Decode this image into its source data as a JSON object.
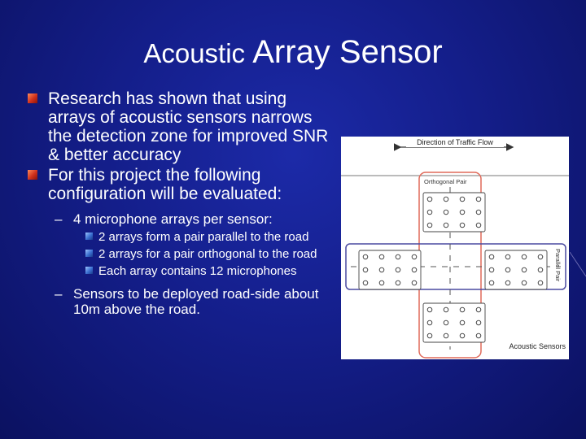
{
  "slide": {
    "title_part1": "Acoustic ",
    "title_part2": "Array Sensor",
    "bullets": [
      "Research has shown that using arrays of acoustic sensors narrows the detection zone for improved SNR & better accuracy",
      "For this project the following configuration will be evaluated:"
    ],
    "sub1": {
      "dash": "–",
      "text": "4 microphone arrays per sensor:",
      "items": [
        "2 arrays form a pair parallel to the road",
        "2 arrays for a pair orthogonal to the road",
        "Each array contains 12 microphones"
      ]
    },
    "sub2": {
      "dash": "–",
      "text": "Sensors to be deployed road-side about 10m above the road."
    }
  },
  "figure": {
    "traffic_label": "Direction of Traffic Flow",
    "orthogonal_label": "Orthogonal Pair",
    "parallel_label": "Parallel Pair",
    "sensors_label": "Acoustic Sensors"
  },
  "colors": {
    "bullet_main": "#d0301c",
    "bullet_sub": "#3a6fd0",
    "orthogonal_outline": "#e06a5a",
    "parallel_outline": "#4a4aa0"
  }
}
